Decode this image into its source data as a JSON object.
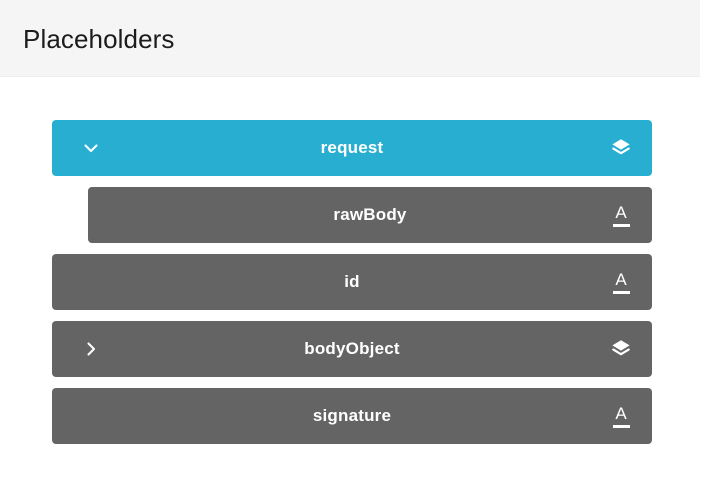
{
  "header": {
    "title": "Placeholders"
  },
  "icons": {
    "expanded": "chevron-down-icon",
    "collapsed": "chevron-right-icon",
    "object": "layers-icon",
    "text": "text-format-icon"
  },
  "colors": {
    "accent": "#27aed1",
    "node": "#646464",
    "header_background": "#f5f5f5",
    "page_background": "#ffffff",
    "label": "#ffffff",
    "title": "#1c1c1c"
  },
  "tree": {
    "nodes": [
      {
        "label": "request",
        "level": 0,
        "kind": "object",
        "selected": true,
        "expandable": true,
        "expanded": true,
        "toggle_icon": "chevron-down-icon",
        "type_icon": "layers-icon"
      },
      {
        "label": "rawBody",
        "level": 1,
        "kind": "default",
        "selected": false,
        "expandable": false,
        "expanded": false,
        "toggle_icon": "",
        "type_icon": "text-format-icon"
      },
      {
        "label": "id",
        "level": 0,
        "kind": "default",
        "selected": false,
        "expandable": false,
        "expanded": false,
        "toggle_icon": "",
        "type_icon": "text-format-icon"
      },
      {
        "label": "bodyObject",
        "level": 0,
        "kind": "default",
        "selected": false,
        "expandable": true,
        "expanded": false,
        "toggle_icon": "chevron-right-icon",
        "type_icon": "layers-icon"
      },
      {
        "label": "signature",
        "level": 0,
        "kind": "default",
        "selected": false,
        "expandable": false,
        "expanded": false,
        "toggle_icon": "",
        "type_icon": "text-format-icon"
      }
    ]
  }
}
